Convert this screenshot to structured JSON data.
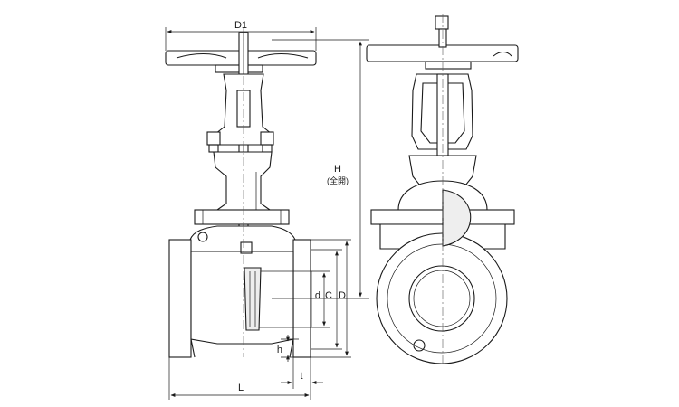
{
  "dimensions": {
    "d1": "D1",
    "h": "H",
    "h_note": "(全開)",
    "d_small": "d",
    "c": "C",
    "d_large": "D",
    "h_small": "h",
    "t": "t",
    "l": "L"
  }
}
